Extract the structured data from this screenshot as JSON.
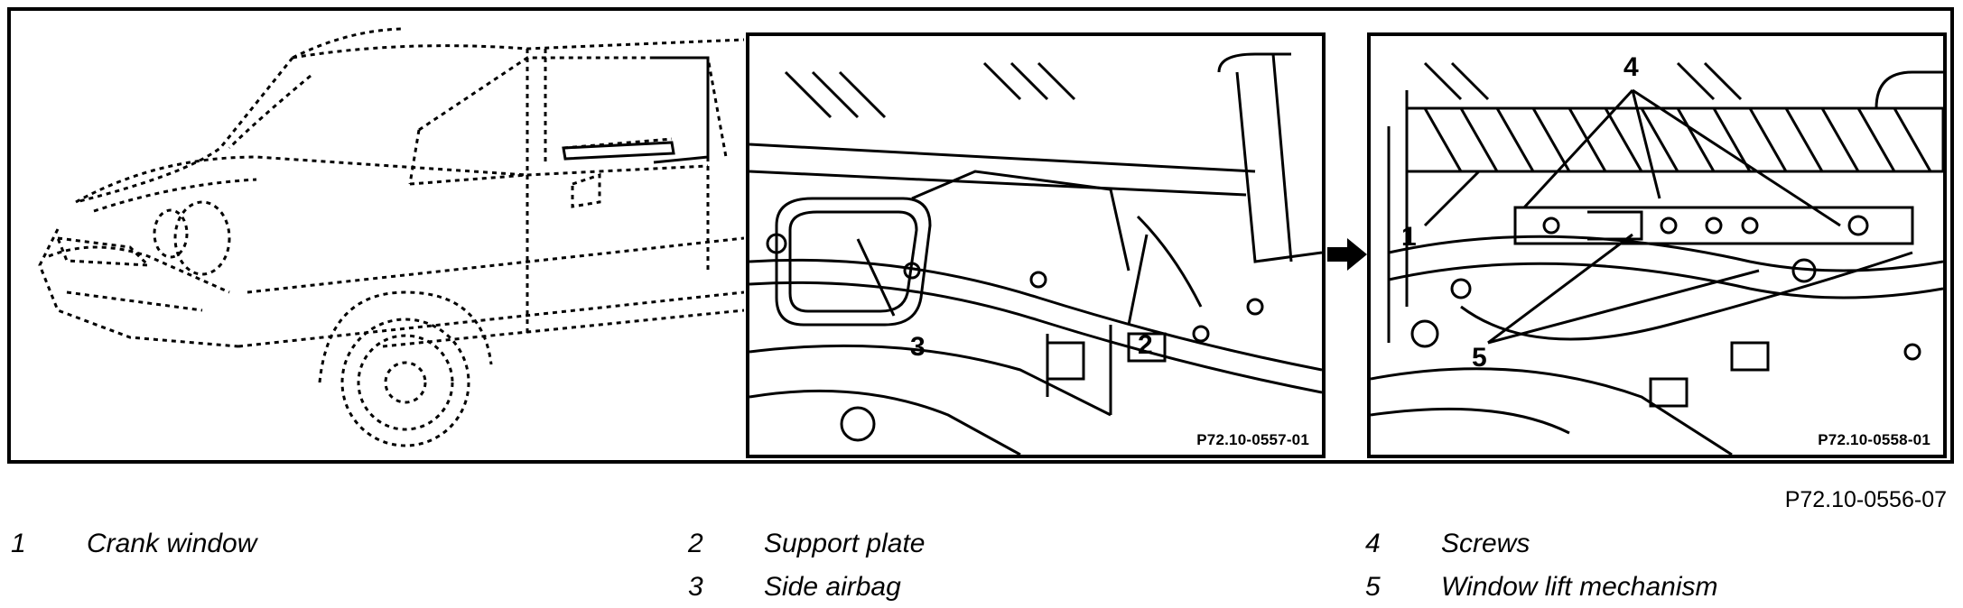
{
  "figure": {
    "reference": "P72.10-0556-07",
    "panel_left_ref": "P72.10-0557-01",
    "panel_right_ref": "P72.10-0558-01",
    "callouts": {
      "c1": "1",
      "c2": "2",
      "c3": "3",
      "c4": "4",
      "c5": "5"
    }
  },
  "legend": [
    {
      "num": "1",
      "text": "Crank window"
    },
    {
      "num": "2",
      "text": "Support plate"
    },
    {
      "num": "3",
      "text": "Side airbag"
    },
    {
      "num": "4",
      "text": "Screws"
    },
    {
      "num": "5",
      "text": "Window lift mechanism"
    }
  ]
}
